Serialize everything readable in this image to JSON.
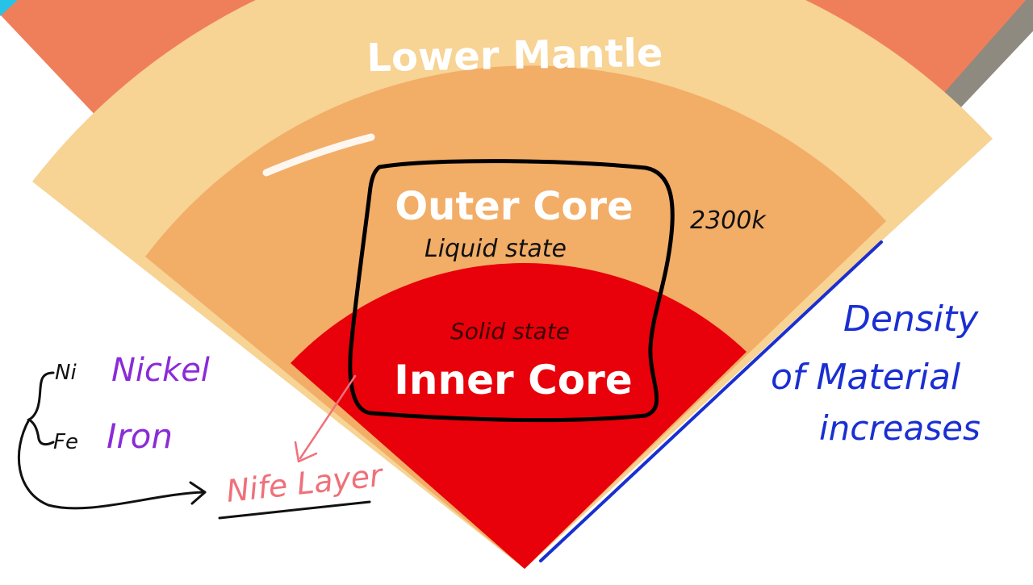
{
  "layers": {
    "lower_mantle": "Lower Mantle",
    "outer_core": "Outer Core",
    "inner_core": "Inner Core"
  },
  "annotations": {
    "liquid_state": "Liquid state",
    "solid_state": "Solid state",
    "temperature": "2300k",
    "density_line1": "Density",
    "density_line2": "of Material",
    "density_line3": "increases",
    "ni_symbol": "Ni",
    "nickel": "Nickel",
    "fe_symbol": "Fe",
    "iron": "Iron",
    "nife_layer": "Nife Layer"
  },
  "colors": {
    "crust_band": "#8e8a7f",
    "upper_mantle": "#ef7f5a",
    "lower_mantle": "#f7d394",
    "outer_core": "#f2ad67",
    "inner_core": "#e8000a",
    "density_ink": "#1a2fd1",
    "element_ink": "#8a2bd8",
    "nife_ink": "#f0707a"
  }
}
